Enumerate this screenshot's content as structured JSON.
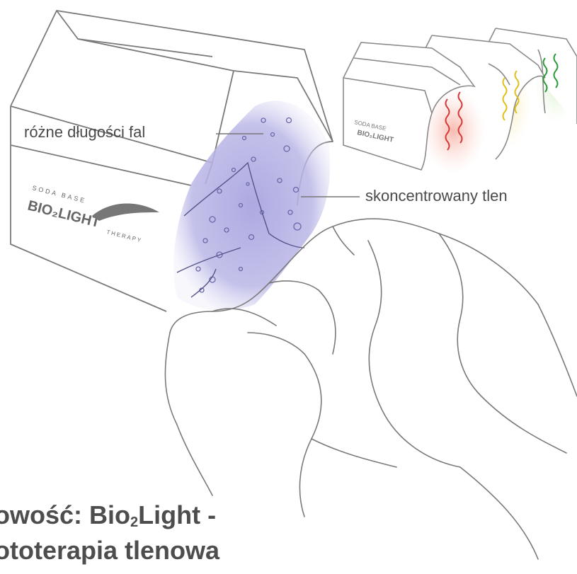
{
  "labels": {
    "waves": "różne długości fal",
    "oxygen": "skoncentrowany tlen"
  },
  "device_branding": {
    "small_text": "SODA BASE",
    "brand": "BIO₂LIGHT",
    "sub": "THERAPY"
  },
  "headline": {
    "line1_pre": "owość: Bio",
    "line1_sub": "2",
    "line1_post": "Light -",
    "line2": "ototerapia tlenowa"
  },
  "colors": {
    "oxygen_glow": "#b9b6e6",
    "red_wave": "#d63a3a",
    "yellow_wave": "#e0c020",
    "green_wave": "#2e9a3a",
    "line_art": "#7a7a7a",
    "text": "#4a4a4a"
  }
}
